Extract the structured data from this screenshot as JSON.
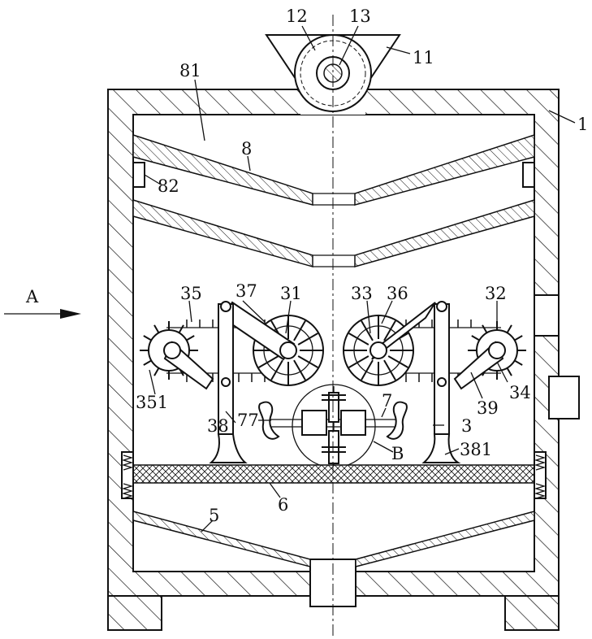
{
  "labels": {
    "l1": "1",
    "l3": "3",
    "l5": "5",
    "l6": "6",
    "l7": "7",
    "l8": "8",
    "l11": "11",
    "l12": "12",
    "l13": "13",
    "l31": "31",
    "l32": "32",
    "l33": "33",
    "l34": "34",
    "l35": "35",
    "l36": "36",
    "l37": "37",
    "l38": "38",
    "l39": "39",
    "l77": "77",
    "l81": "81",
    "l82": "82",
    "l351": "351",
    "l381": "381",
    "lA": "A",
    "lB": "B"
  }
}
